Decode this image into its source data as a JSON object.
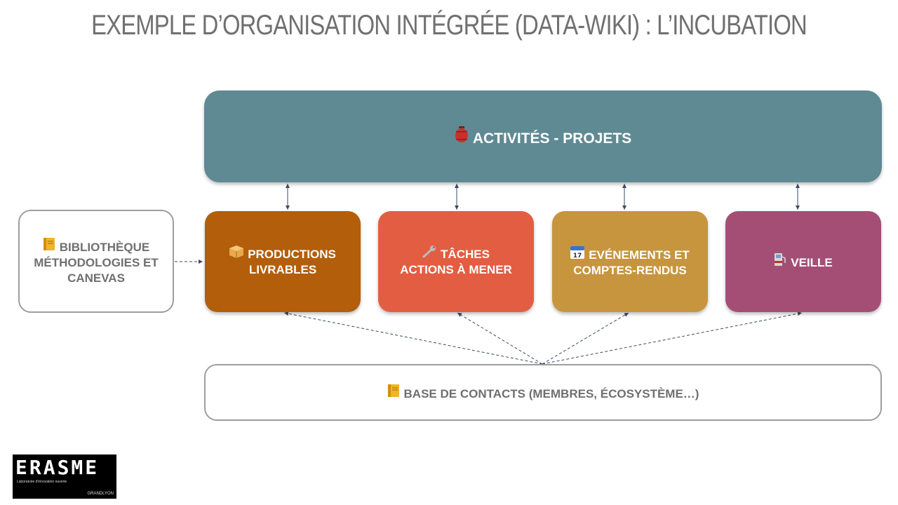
{
  "title": "EXEMPLE D’ORGANISATION INTÉGRÉE (DATA-WIKI) : L’INCUBATION",
  "activities": {
    "icon": "red-lantern-icon",
    "label": "ACTIVITÉS - PROJETS"
  },
  "productions": {
    "icon": "package-icon",
    "line1": "PRODUCTIONS",
    "line2": "LIVRABLES"
  },
  "taches": {
    "icon": "wrench-icon",
    "line1": "TÂCHES",
    "line2": "ACTIONS À MENER"
  },
  "evenements": {
    "icon": "calendar-icon",
    "line1": "EVÉNEMENTS ET",
    "line2": "COMPTES-RENDUS"
  },
  "veille": {
    "icon": "fuel-pump-icon",
    "label": "VEILLE"
  },
  "bibliotheque": {
    "icon": "ledger-icon",
    "line1": "BIBLIOTHÈQUE",
    "line2": "MÉTHODOLOGIES ET",
    "line3": "CANEVAS"
  },
  "contacts": {
    "icon": "ledger-icon",
    "label": "BASE DE CONTACTS (MEMBRES, ÉCOSYSTÈME…)"
  },
  "logo": {
    "word": "ERASME",
    "subtitle": "Laboratoire d'innovation ouverte",
    "partner": "GRANDLYON"
  },
  "colors": {
    "activities": "#5f8a94",
    "productions": "#b35e0a",
    "taches": "#e35d42",
    "evenements": "#c7953e",
    "veille": "#a44e76",
    "connector": "#3b4a63"
  }
}
